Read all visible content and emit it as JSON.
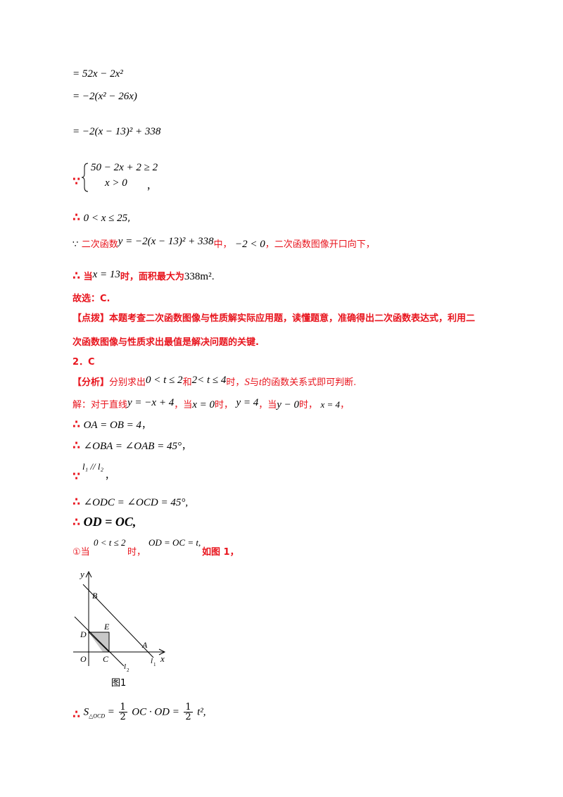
{
  "lines": {
    "eq1": "= 52x − 2x²",
    "eq2": "= −2(x² − 26x)",
    "eq3": "= −2(x − 13)² + 338",
    "sys_sym": "∵",
    "sys_row1": "50 − 2x + 2 ≥ 2",
    "sys_row2": "x > 0",
    "sys_tail": "，",
    "range_sym": "∴",
    "range_math": "0 < x ≤ 25",
    "range_tail": ",",
    "because_sym": "∵",
    "because_text1": "二次函数",
    "because_math": "y = −2(x − 13)² + 338",
    "because_text2": "中，",
    "because_math2": "−2 < 0",
    "because_text3": "，二次函数图像开口向下，",
    "when_sym": "∴",
    "when_text1": "当",
    "when_math": "x = 13",
    "when_text2": "时，面积最大为",
    "when_math2": "338m²",
    "when_tail": ".",
    "choice": "故选：C.",
    "comment_tag": "【点拨】",
    "comment_body1": "本题考查二次函数图像与性质解实际应用题，读懂题意，准确得出二次函数表达式，利用二",
    "comment_body2": "次函数图像与性质求出最值是解决问题的关键.",
    "q2": "2．C",
    "analysis_tag": "【分析】",
    "analysis_text1": "分别求出",
    "analysis_math1": "0 < t ≤ 2",
    "analysis_text2": "和",
    "analysis_math2": "2< t ≤ 4",
    "analysis_text3": "时，",
    "analysis_S": "S",
    "analysis_text4": "与",
    "analysis_t": "t",
    "analysis_text5": "的函数关系式即可判断.",
    "sol_text1": "解：对于直线",
    "sol_math1": "y = −x + 4",
    "sol_text2": "，当",
    "sol_math2": "x = 0",
    "sol_text3": "时，",
    "sol_math3": "y = 4",
    "sol_text4": "，当",
    "sol_math4": "y − 0",
    "sol_text5": "时，",
    "sol_math5": "x = 4",
    "sol_tail": "，",
    "oa_sym": "∴",
    "oa_math": "OA = OB = 4",
    "oa_tail": "，",
    "ang1_sym": "∴",
    "ang1_math": "∠OBA = ∠OAB = 45°",
    "ang1_tail": "，",
    "par_sym": "∵",
    "par_math": "l₁ // l₂",
    "par_tail": "，",
    "ang2_sym": "∴",
    "ang2_math": "∠ODC = ∠OCD = 45°,",
    "odoc_sym": "∴",
    "odoc_math": "OD = OC,",
    "case1_text1": "①当",
    "case1_math1": "0 < t ≤ 2",
    "case1_text2": "时，",
    "case1_math2": "OD = OC = t,",
    "case1_text3": "如图 1，",
    "area_sym": "∴",
    "area_S": "S",
    "area_sub": "△OCD",
    "area_eq": "=",
    "area_frac_num": "1",
    "area_frac_den": "2",
    "area_mid": "OC · OD =",
    "area_frac2_num": "1",
    "area_frac2_den": "2",
    "area_end": "t²,"
  },
  "figure": {
    "caption": "图1",
    "label_y": "y",
    "label_x": "x",
    "label_B": "B",
    "label_E": "E",
    "label_D": "D",
    "label_A": "A",
    "label_O": "O",
    "label_C": "C",
    "label_l1": "l",
    "label_l1_sub": "1",
    "label_l2": "l",
    "label_l2_sub": "2"
  },
  "colors": {
    "accent_red": "#e8141d",
    "shade_gray": "#c8c8c8"
  }
}
